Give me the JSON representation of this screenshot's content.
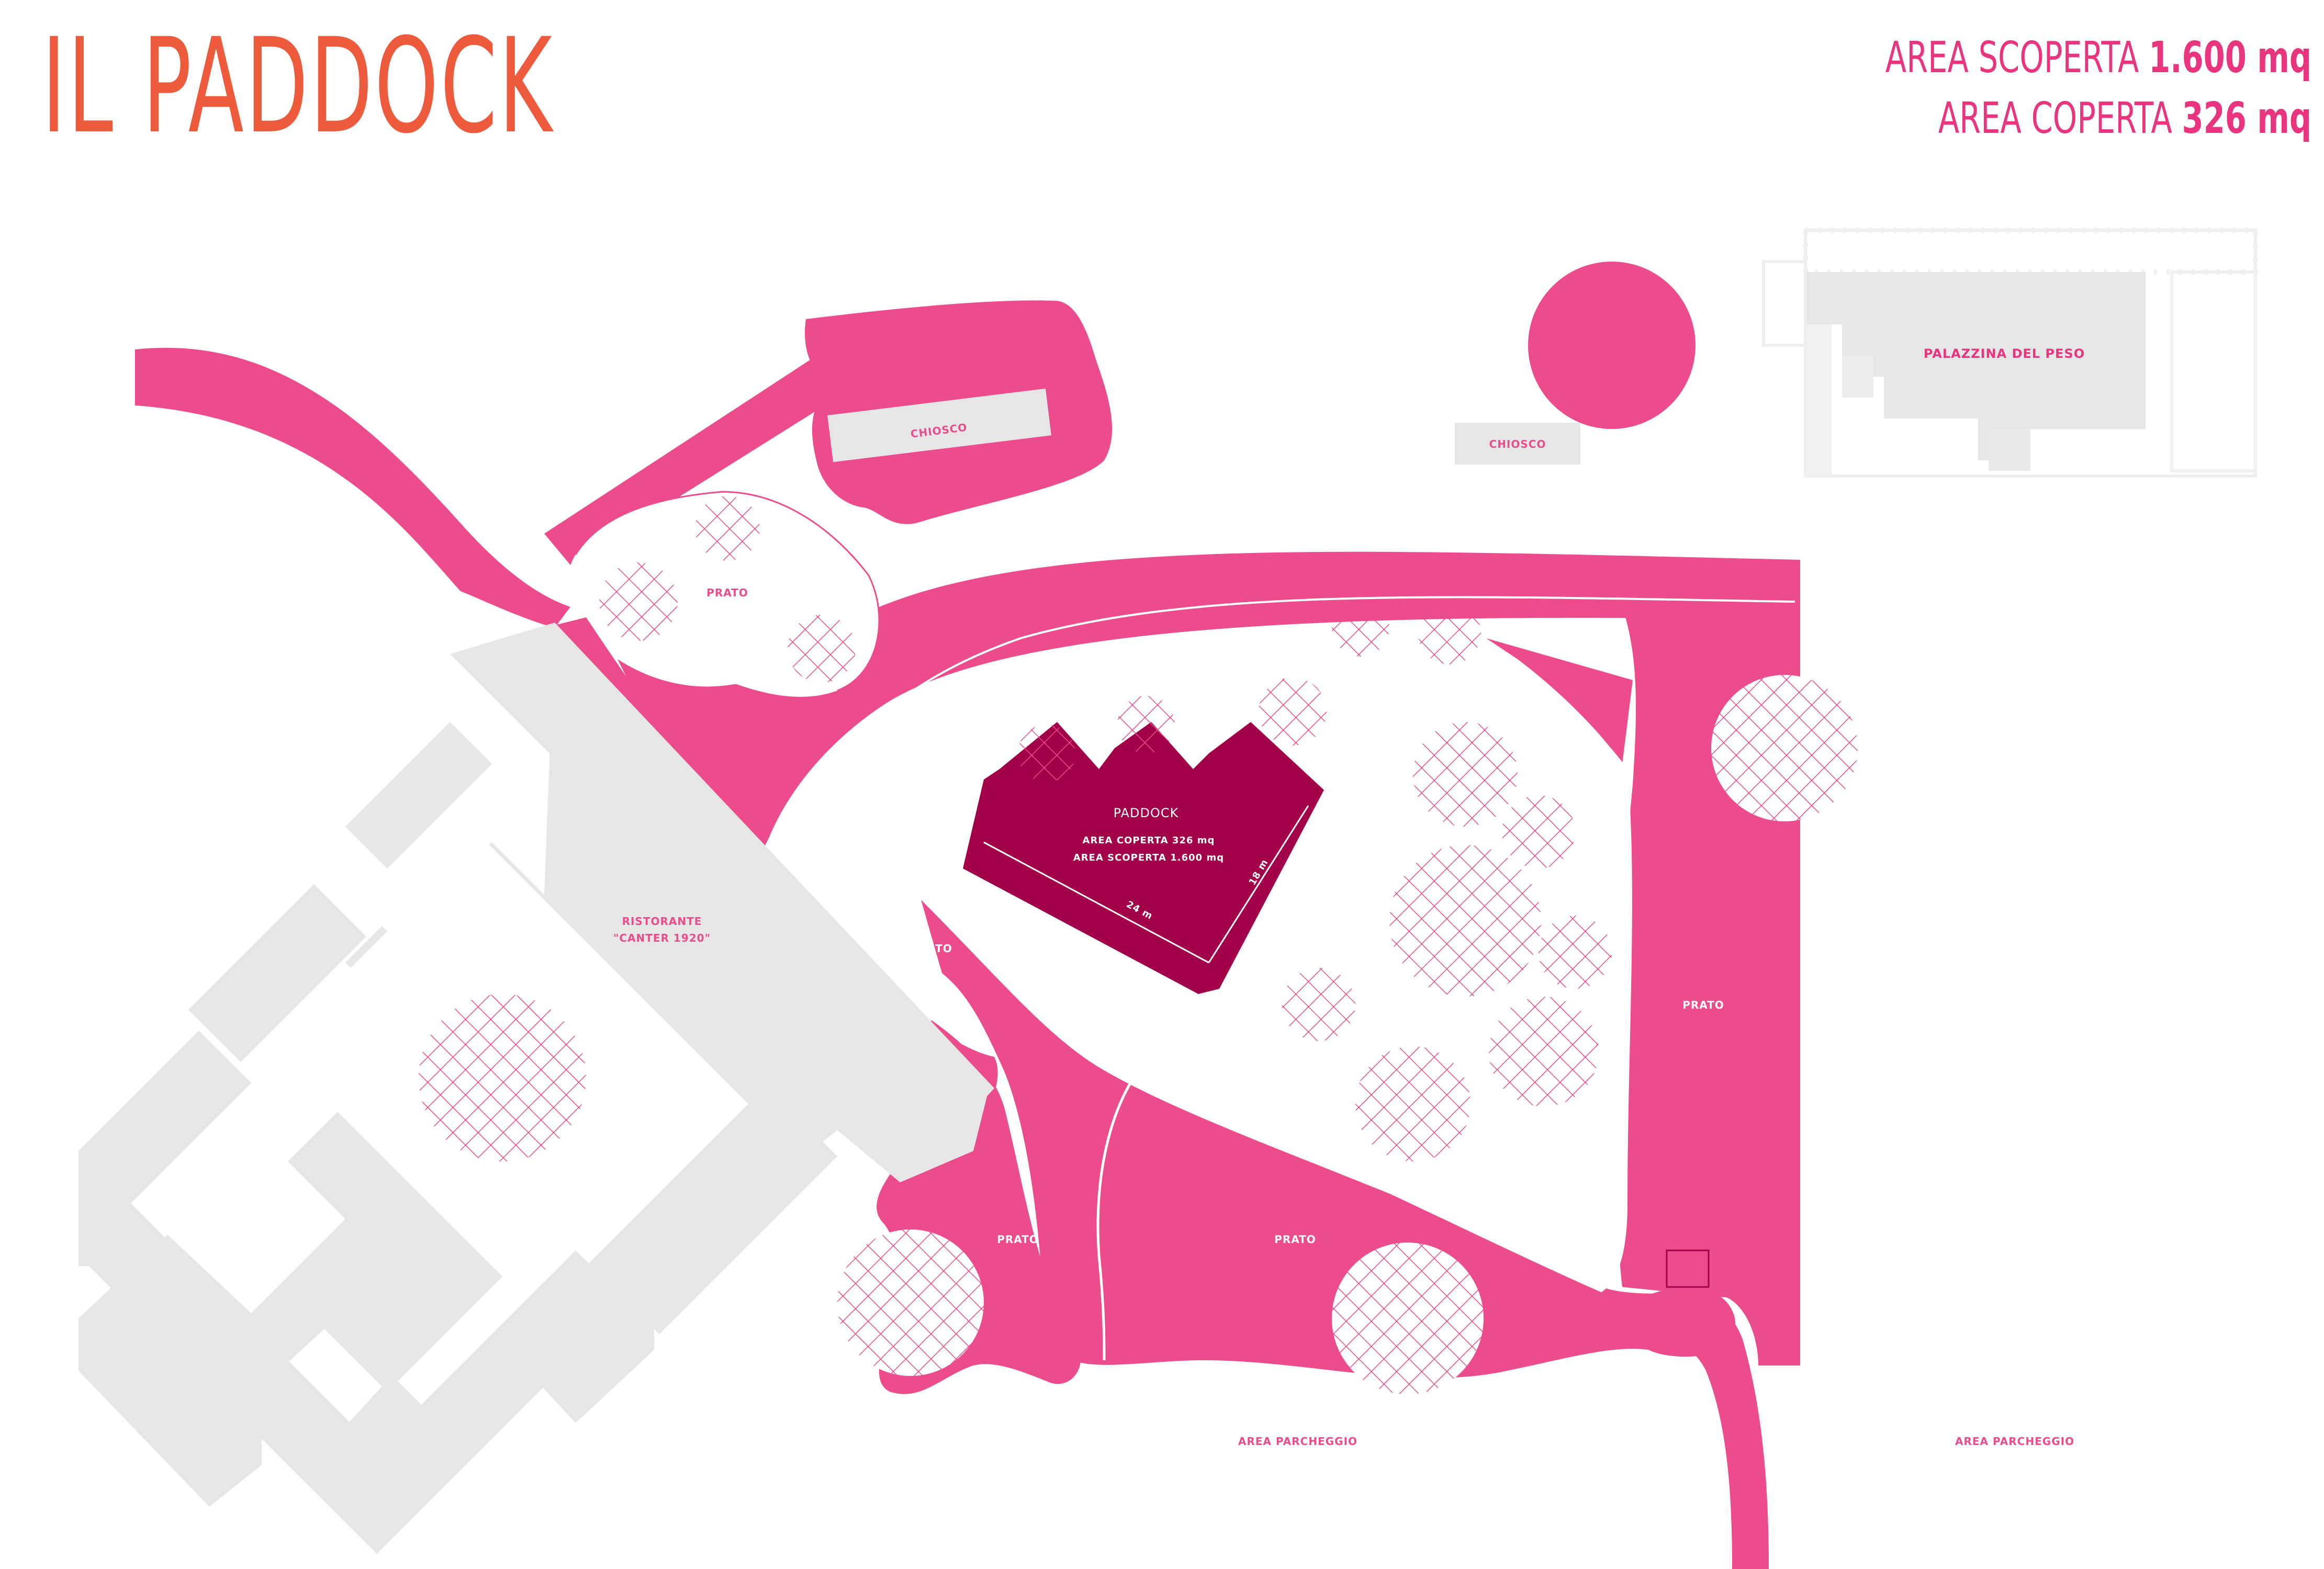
{
  "title": "IL PADDOCK",
  "stats": {
    "uncovered": {
      "label": "AREA SCOPERTA",
      "value": "1.600 mq"
    },
    "covered": {
      "label": "AREA COPERTA",
      "value": "326 mq"
    }
  },
  "labels": {
    "chiosco_left": "CHIOSCO",
    "chiosco_right": "CHIOSCO",
    "palazzina": "PALAZZINA DEL PESO",
    "prato_top": "PRATO",
    "prato_center": "PRATO",
    "prato_right": "PRATO",
    "prato_bottom_left": "PRATO",
    "prato_bottom_center": "PRATO",
    "ristorante_line1": "RISTORANTE",
    "ristorante_line2": "\"CANTER 1920\"",
    "parcheggio_left": "AREA PARCHEGGIO",
    "parcheggio_right": "AREA PARCHEGGIO"
  },
  "paddock": {
    "name": "PADDOCK",
    "covered": "AREA COPERTA 326 mq",
    "uncovered": "AREA SCOPERTA 1.600 mq",
    "width_dim": "24 m",
    "depth_dim": "18 m"
  },
  "colors": {
    "pink": "#EC4B8C",
    "paddock": "#A3004A",
    "grey": "#E6E6E6",
    "title": "#EE5A3C",
    "accent": "#E8357E"
  }
}
